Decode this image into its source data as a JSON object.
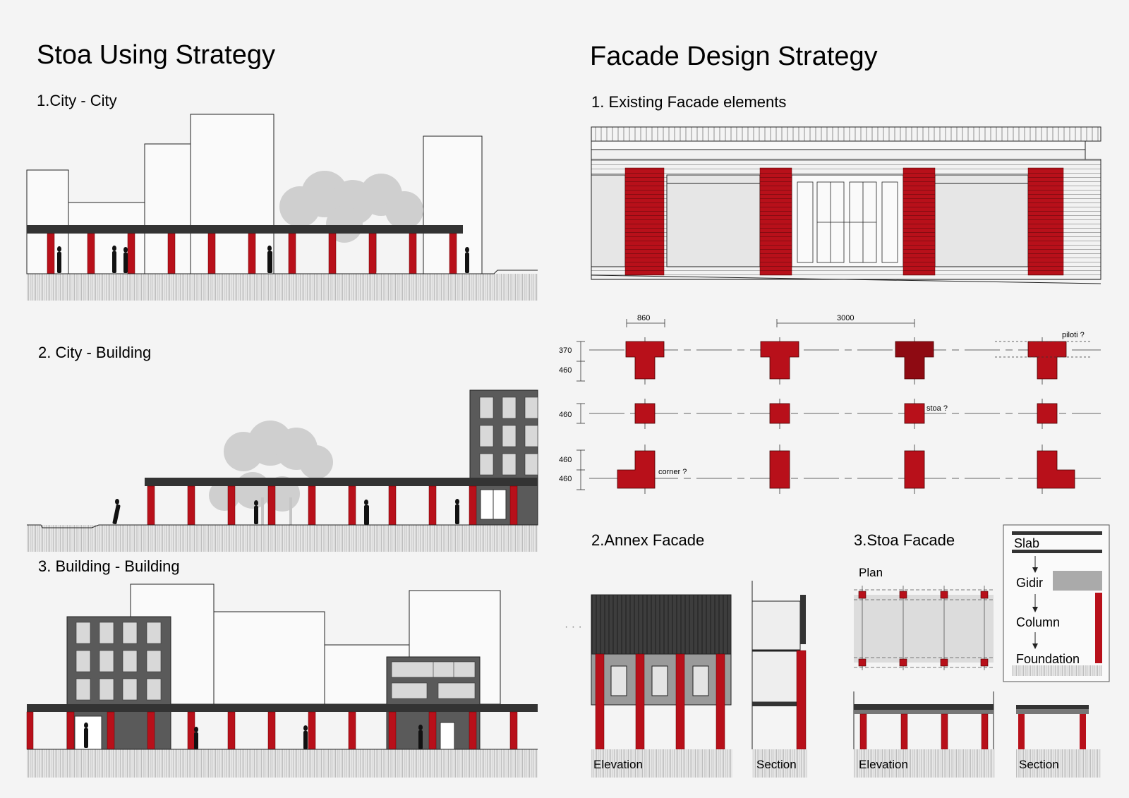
{
  "left": {
    "title": "Stoa Using Strategy",
    "sections": [
      "1.City - City",
      "2. City - Building",
      "3. Building - Building"
    ]
  },
  "right": {
    "title": "Facade Design Strategy",
    "existing_title": "1. Existing Facade elements",
    "annex_title": "2.Annex Facade",
    "stoa_title": "3.Stoa Facade",
    "plan_label": "Plan",
    "elevation_label": "Elevation",
    "section_label": "Section",
    "dims": {
      "w860": "860",
      "w3000": "3000",
      "d370": "370",
      "d460": "460"
    },
    "notes": {
      "piloti": "piloti ?",
      "stoa": "stoa ?",
      "corner": "corner ?"
    },
    "legend": [
      "Slab",
      "Gidir",
      "Column",
      "Foundation"
    ]
  },
  "colors": {
    "red": "#b8101a",
    "dark": "#333333",
    "grey": "#666666",
    "light": "#dddddd"
  }
}
